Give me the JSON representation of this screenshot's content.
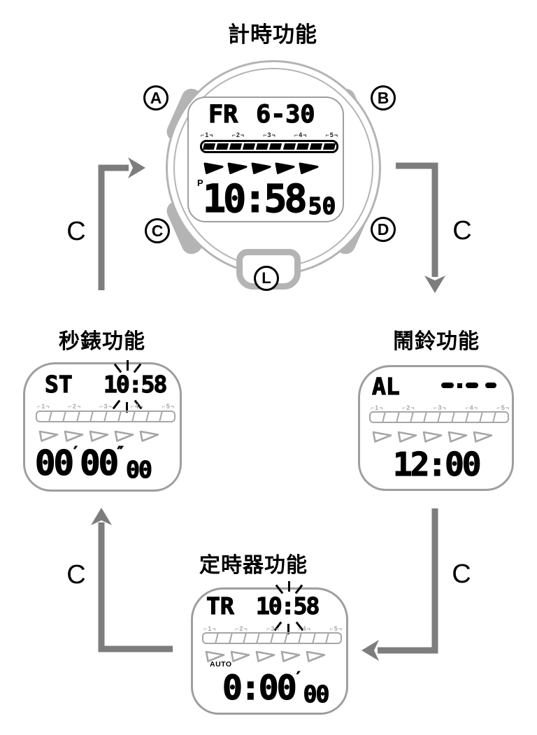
{
  "titles": {
    "timekeeping": "計時功能",
    "stopwatch": "秒錶功能",
    "alarm": "鬧鈴功能",
    "timer": "定時器功能"
  },
  "watch_buttons": {
    "a": "A",
    "b": "B",
    "c": "C",
    "d": "D",
    "l": "L"
  },
  "mode_cycle_button": "C",
  "displays": {
    "scale_labels": [
      "1",
      "2",
      "3",
      "4",
      "5"
    ],
    "segment_count": 10,
    "cursor_count": 5,
    "timekeeping": {
      "day": "FR",
      "date": "6-30",
      "pm_indicator": "P",
      "time": "10:58",
      "seconds": "50"
    },
    "stopwatch": {
      "mode": "ST",
      "time": "10:58",
      "minutes": "00",
      "minute_mark": "′",
      "seconds": "00",
      "second_mark": "″",
      "hundredths": "00"
    },
    "alarm": {
      "mode": "AL",
      "dash_pattern": "- · - -",
      "time": "12:00"
    },
    "timer": {
      "mode": "TR",
      "time": "10:58",
      "auto_indicator": "AUTO",
      "time_main": "0:00",
      "minute_mark": "′",
      "seconds": "00"
    }
  },
  "colors": {
    "case_gray": "#b4b4b4",
    "panel_outline_gray": "#9e9e9e",
    "lcd_gray": "#a6a6a6",
    "arrow_gray": "#7d7d7d",
    "lcd_black": "#000000"
  }
}
